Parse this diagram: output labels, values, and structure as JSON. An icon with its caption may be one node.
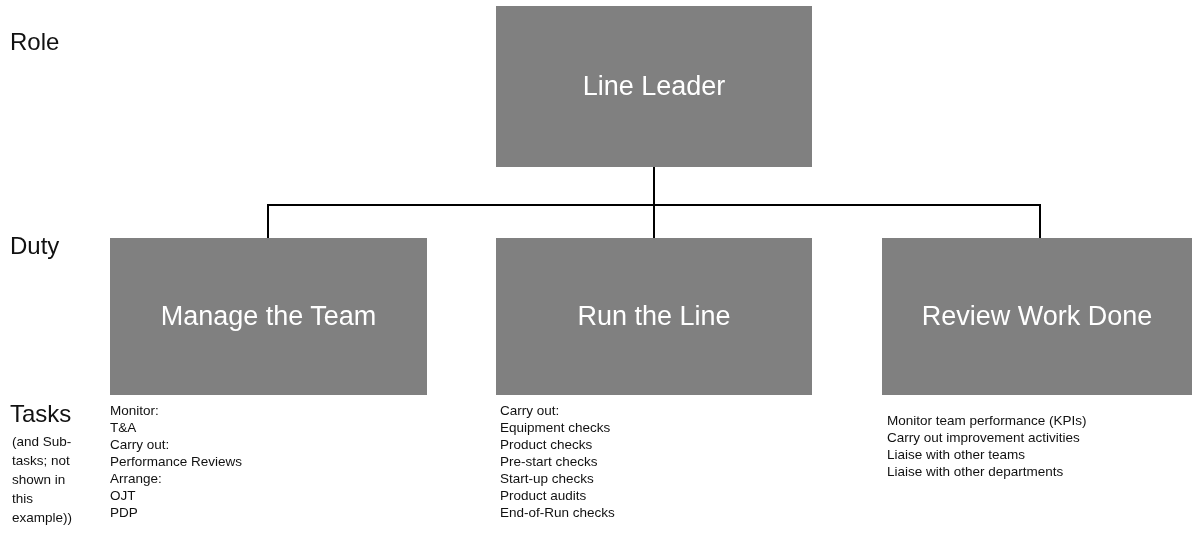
{
  "diagram": {
    "nodes": [
      {
        "text": [
          "Line Leader"
        ]
      },
      {
        "text": [
          "Manage the Team"
        ],
        "beside": [
          "Monitor:",
          "T&A",
          "Carry out:",
          "Performance Reviews",
          "Arrange:",
          "OJT",
          "PDP"
        ]
      },
      {
        "text": [
          "Run the Line"
        ],
        "beside": [
          "Carry out:",
          "Equipment checks",
          "Product checks",
          "Pre-start checks",
          "Start-up checks",
          "Product audits",
          "End-of-Run checks"
        ]
      },
      {
        "text": [
          "Review Work Done"
        ],
        "beside": [
          "Monitor team performance (KPIs)",
          "Carry out improvement activities",
          "Liaise with other teams",
          "Liaise with other departments"
        ]
      }
    ],
    "edges": [
      {
        "from": 0,
        "to": 1,
        "arrow": "none"
      },
      {
        "from": 0,
        "to": 2,
        "arrow": "none"
      },
      {
        "from": 0,
        "to": 3,
        "arrow": "none"
      }
    ],
    "labels": [
      "Role",
      "Duty",
      "Tasks",
      "(and Sub-tasks; not shown in this example))"
    ]
  }
}
